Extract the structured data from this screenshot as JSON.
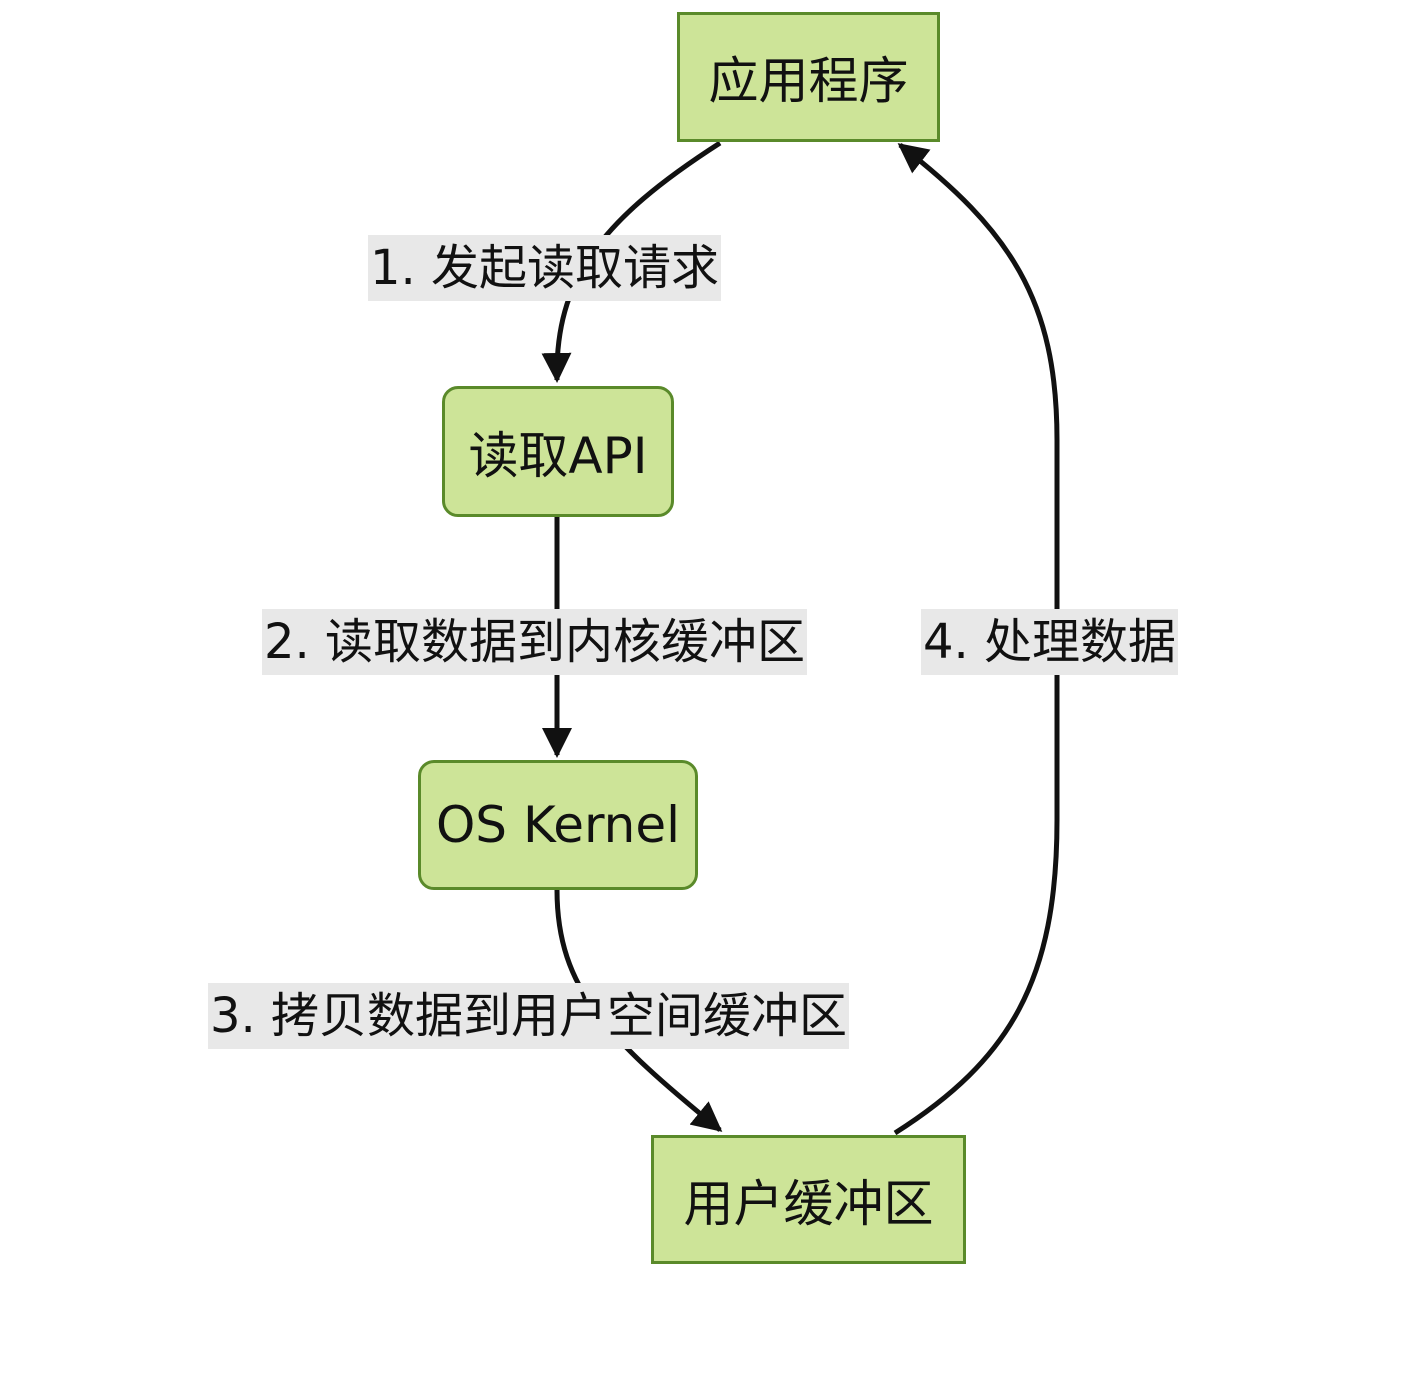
{
  "diagram": {
    "nodes": {
      "app": "应用程序",
      "read_api": "读取API",
      "kernel": "OS Kernel",
      "user_buffer": "用户缓冲区"
    },
    "edges": {
      "e1": "1. 发起读取请求",
      "e2": "2. 读取数据到内核缓冲区",
      "e3": "3. 拷贝数据到用户空间缓冲区",
      "e4": "4. 处理数据"
    },
    "colors": {
      "node_fill": "#cde498",
      "node_border": "#5a8a2a",
      "edge": "#111111",
      "label_bg": "#e8e8e8"
    }
  }
}
